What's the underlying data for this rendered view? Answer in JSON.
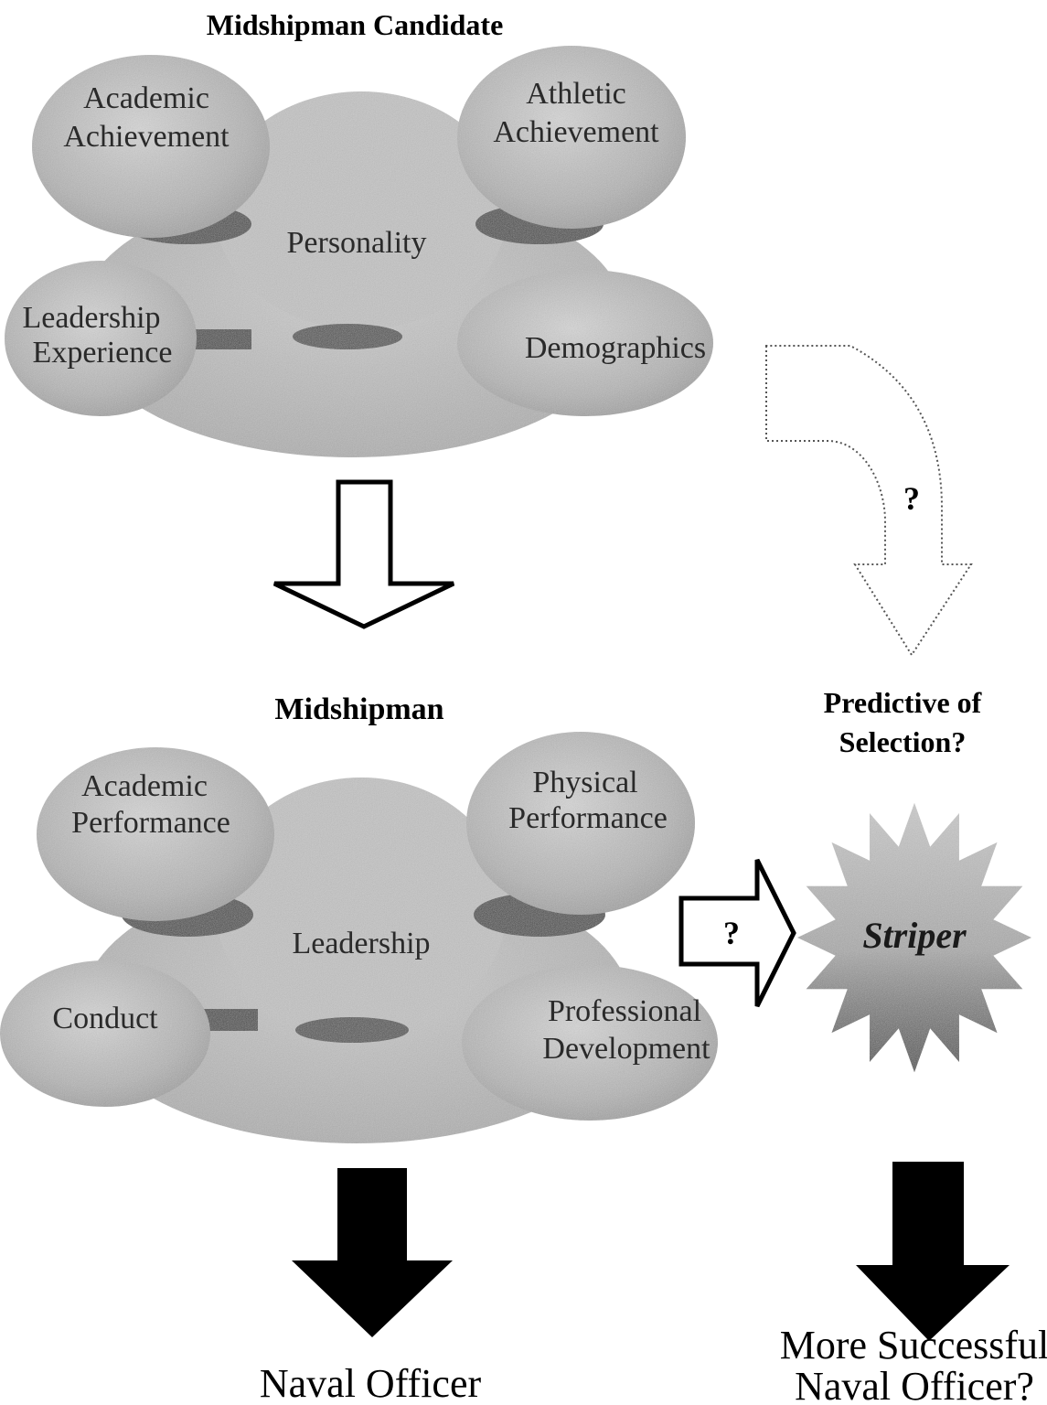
{
  "top_section": {
    "title": "Midshipman Candidate",
    "center": "Personality",
    "ovals": {
      "top_left": [
        "Academic",
        "Achievement"
      ],
      "top_right": [
        "Athletic",
        "Achievement"
      ],
      "bottom_left": [
        "Leadership",
        "Experience"
      ],
      "bottom_right": [
        "Demographics"
      ]
    }
  },
  "bottom_section": {
    "title": "Midshipman",
    "center": "Leadership",
    "ovals": {
      "top_left": [
        "Academic",
        "Performance"
      ],
      "top_right": [
        "Physical",
        "Performance"
      ],
      "bottom_left": [
        "Conduct"
      ],
      "bottom_right": [
        "Professional",
        "Development"
      ]
    }
  },
  "right_column": {
    "predictive_label": [
      "Predictive of",
      "Selection?"
    ],
    "curved_arrow_label": "?",
    "side_arrow_label": "?",
    "star_label": "Striper"
  },
  "outcomes": {
    "left": "Naval Officer",
    "right": [
      "More Successful",
      "Naval Officer?"
    ]
  }
}
